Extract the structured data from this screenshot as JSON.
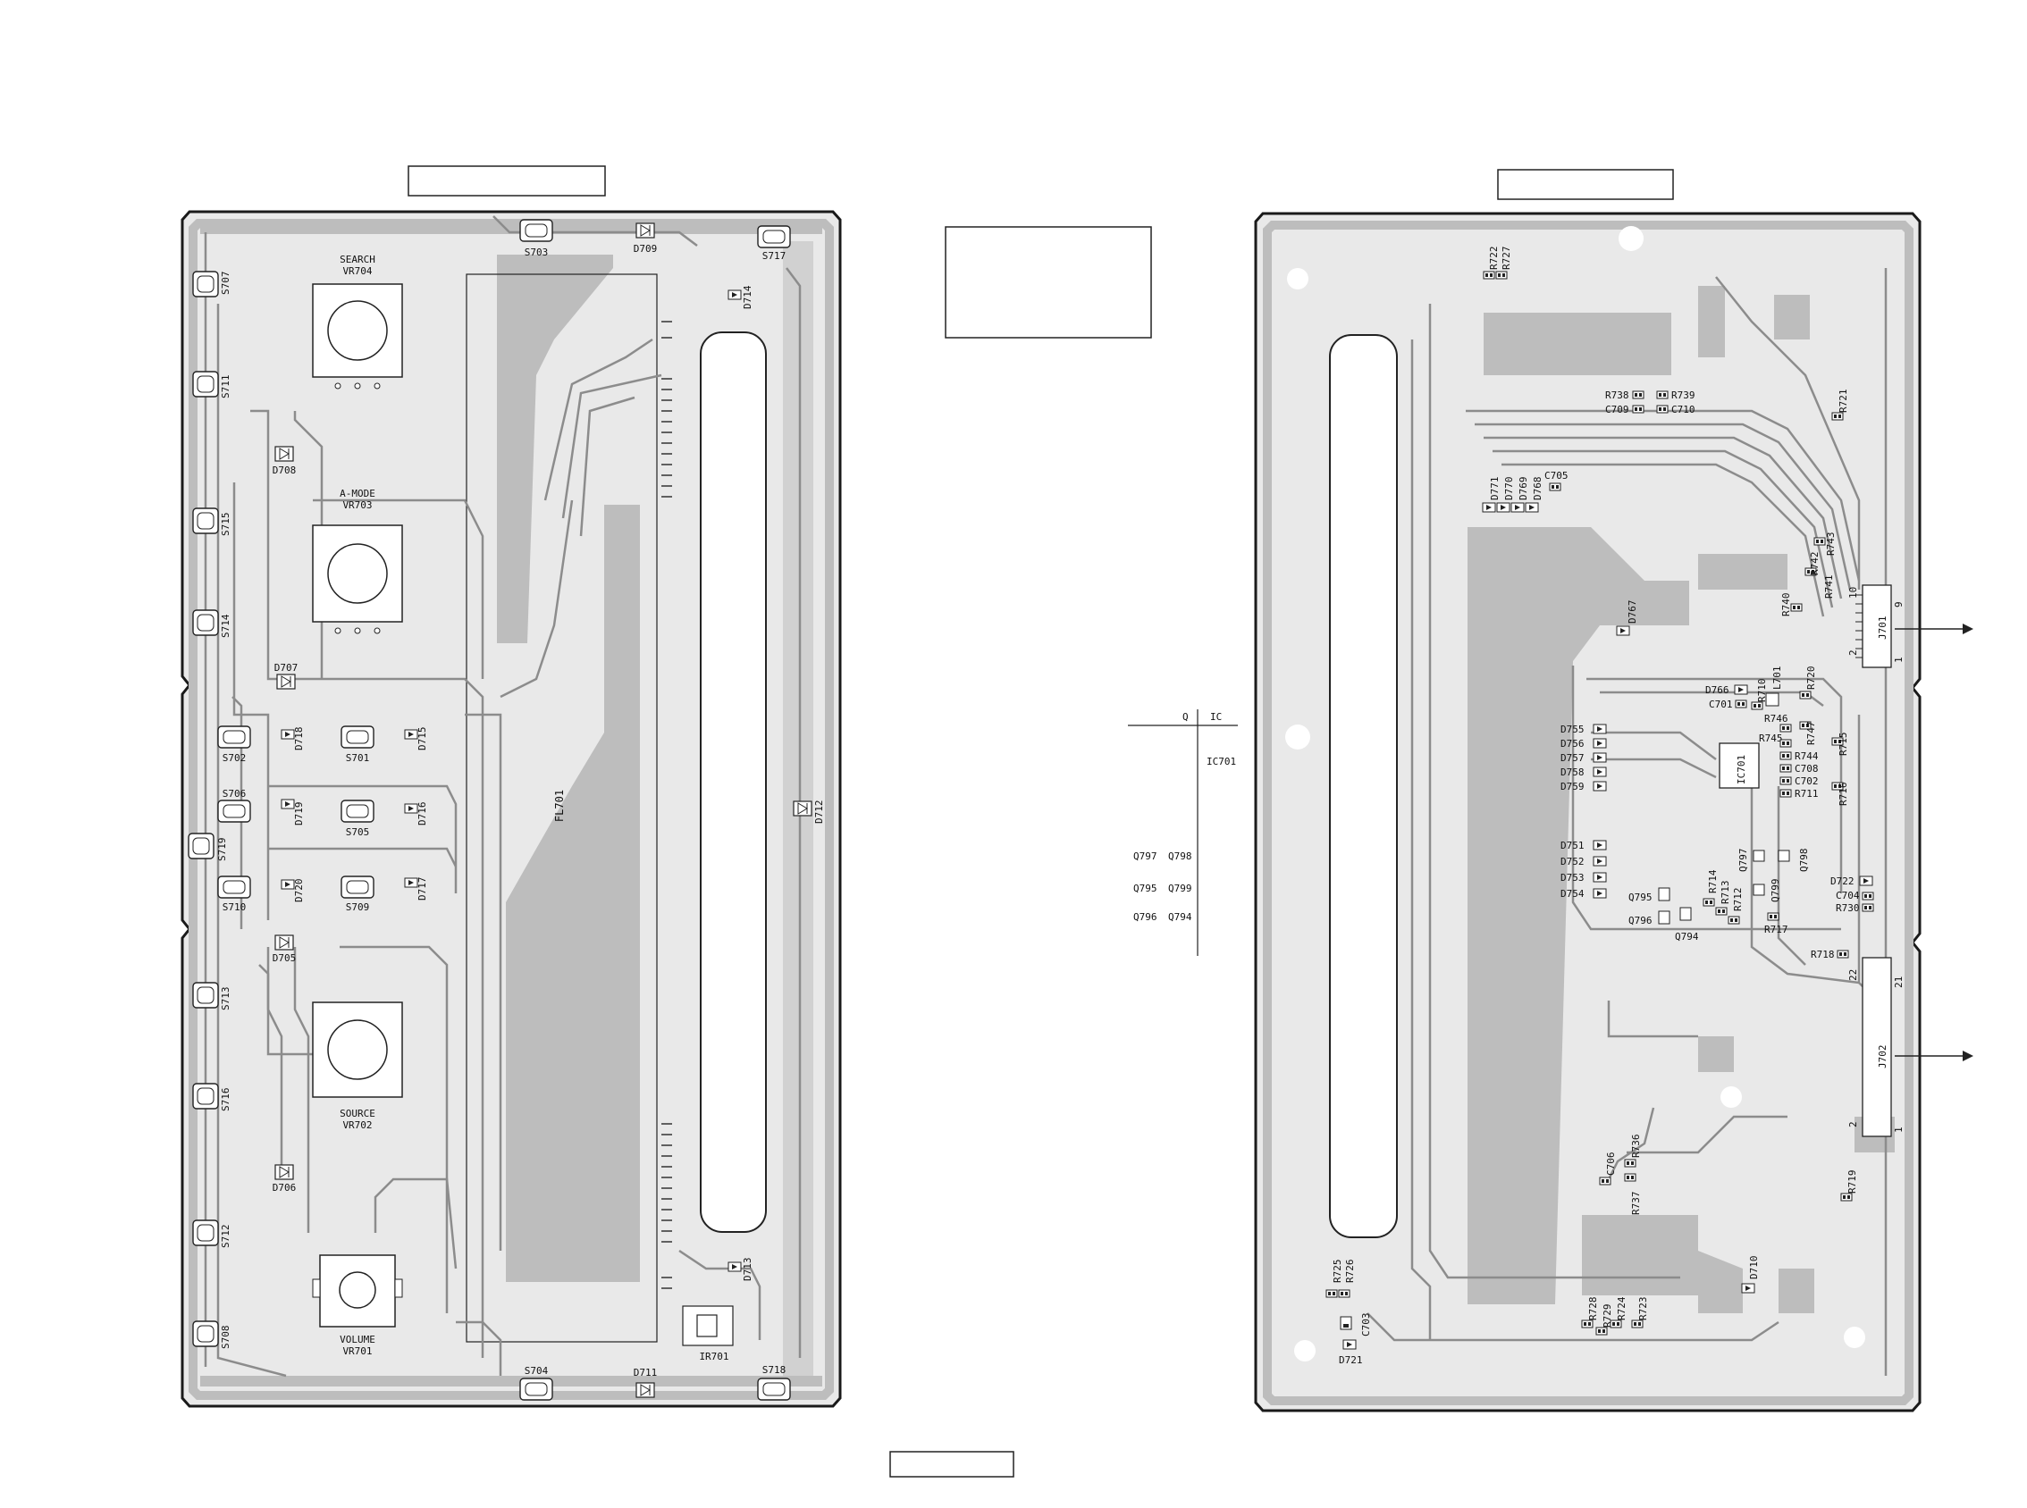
{
  "header": {
    "left_title_box": "",
    "right_title_box": "",
    "center_box": "",
    "footer_box": ""
  },
  "left_board": {
    "switches": [
      {
        "id": "s707",
        "label": "S707"
      },
      {
        "id": "s711",
        "label": "S711"
      },
      {
        "id": "s715",
        "label": "S715"
      },
      {
        "id": "s714",
        "label": "S714"
      },
      {
        "id": "s719",
        "label": "S719"
      },
      {
        "id": "s713",
        "label": "S713"
      },
      {
        "id": "s716",
        "label": "S716"
      },
      {
        "id": "s712",
        "label": "S712"
      },
      {
        "id": "s708",
        "label": "S708"
      },
      {
        "id": "s702",
        "label": "S702"
      },
      {
        "id": "s701",
        "label": "S701"
      },
      {
        "id": "s706",
        "label": "S706"
      },
      {
        "id": "s705",
        "label": "S705"
      },
      {
        "id": "s710",
        "label": "S710"
      },
      {
        "id": "s709",
        "label": "S709"
      },
      {
        "id": "s703",
        "label": "S703"
      },
      {
        "id": "s704",
        "label": "S704"
      },
      {
        "id": "s717",
        "label": "S717"
      },
      {
        "id": "s718",
        "label": "S718"
      }
    ],
    "diodes": [
      {
        "id": "d708",
        "label": "D708"
      },
      {
        "id": "d707",
        "label": "D707"
      },
      {
        "id": "d705",
        "label": "D705"
      },
      {
        "id": "d706",
        "label": "D706"
      },
      {
        "id": "d709",
        "label": "D709"
      },
      {
        "id": "d711",
        "label": "D711"
      },
      {
        "id": "d714",
        "label": "D714"
      },
      {
        "id": "d713",
        "label": "D713"
      },
      {
        "id": "d712",
        "label": "D712"
      },
      {
        "id": "d718",
        "label": "D718"
      },
      {
        "id": "d719",
        "label": "D719"
      },
      {
        "id": "d720",
        "label": "D720"
      },
      {
        "id": "d715",
        "label": "D715"
      },
      {
        "id": "d716",
        "label": "D716"
      },
      {
        "id": "d717",
        "label": "D717"
      }
    ],
    "encoders": {
      "search": {
        "name": "SEARCH",
        "ref": "VR704"
      },
      "amode": {
        "name": "A-MODE",
        "ref": "VR703"
      },
      "source": {
        "name": "SOURCE",
        "ref": "VR702"
      },
      "volume": {
        "name": "VOLUME",
        "ref": "VR701"
      }
    },
    "display": "FL701",
    "ir": "IR701"
  },
  "legend_table": {
    "headers": [
      "Q",
      "IC"
    ],
    "rows": [
      {
        "q1": "",
        "q2": "",
        "ic": "IC701"
      },
      {
        "q1": "Q797",
        "q2": "Q798",
        "ic": ""
      },
      {
        "q1": "Q795",
        "q2": "Q799",
        "ic": ""
      },
      {
        "q1": "Q796",
        "q2": "Q794",
        "ic": ""
      }
    ]
  },
  "right_board": {
    "labels": {
      "r722": "R722",
      "r727": "R727",
      "r738": "R738",
      "r739": "R739",
      "c709": "C709",
      "c710": "C710",
      "r721": "R721",
      "c705": "C705",
      "d771": "D771",
      "d770": "D770",
      "d769": "D769",
      "d768": "D768",
      "r743": "R743",
      "r742": "R742",
      "r741": "R741",
      "r740": "R740",
      "d767": "D767",
      "j701": "J701",
      "n10": "10",
      "n9": "9",
      "n2": "2",
      "n1": "1",
      "d766": "D766",
      "c701": "C701",
      "l701": "L701",
      "r710": "R710",
      "r720": "R720",
      "r746": "R746",
      "r747": "R747",
      "r745": "R745",
      "r744": "R744",
      "c708": "C708",
      "c702": "C702",
      "r711": "R711",
      "r715": "R715",
      "r716": "R716",
      "ic701": "IC701",
      "d755": "D755",
      "d756": "D756",
      "d757": "D757",
      "d758": "D758",
      "d759": "D759",
      "d751": "D751",
      "d752": "D752",
      "d753": "D753",
      "d754": "D754",
      "q797": "Q797",
      "q798": "Q798",
      "q795": "Q795",
      "q796": "Q796",
      "q799": "Q799",
      "q794": "Q794",
      "r714": "R714",
      "r713": "R713",
      "r712": "R712",
      "r717": "R717",
      "d722": "D722",
      "c704": "C704",
      "r730": "R730",
      "r718": "R718",
      "j702": "J702",
      "n22": "22",
      "n21": "21",
      "m2": "2",
      "m1": "1",
      "c706": "C706",
      "r736": "R736",
      "r737": "R737",
      "r719": "R719",
      "r725": "R725",
      "r726": "R726",
      "c703": "C703",
      "d721": "D721",
      "r728": "R728",
      "r729": "R729",
      "r724": "R724",
      "r723": "R723",
      "d710": "D710"
    }
  },
  "colors": {
    "copper": "#bdbdbd",
    "board": "#e9e9e9",
    "outline": "#1a1a1a"
  }
}
